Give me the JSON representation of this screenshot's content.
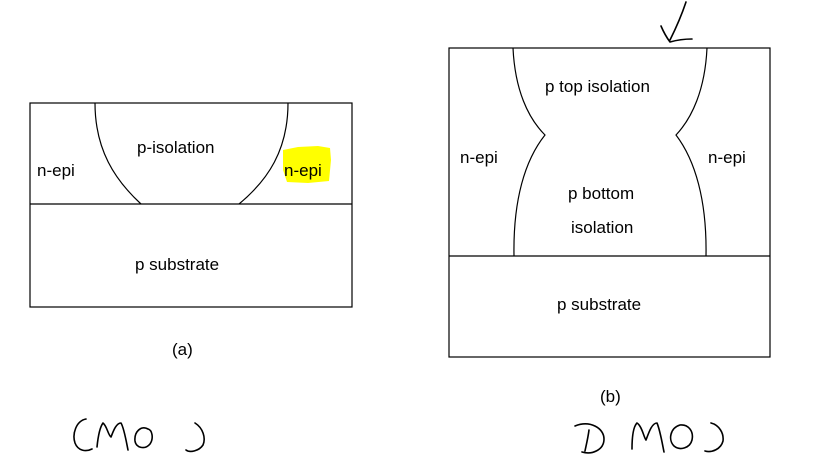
{
  "diagram_a": {
    "caption": "(a)",
    "labels": {
      "n_epi_left": "n-epi",
      "p_isolation": "p-isolation",
      "n_epi_right": "n-epi",
      "p_substrate": "p substrate"
    },
    "highlight_color": "#ffff00"
  },
  "diagram_b": {
    "caption": "(b)",
    "labels": {
      "p_top_isolation": "p top isolation",
      "n_epi_left": "n-epi",
      "n_epi_right": "n-epi",
      "p_bottom_isolation_line1": "p bottom",
      "p_bottom_isolation_line2": "isolation",
      "p_substrate": "p substrate"
    }
  },
  "annotations": {
    "handwritten_left": "CMOS",
    "handwritten_right": "D MOS"
  }
}
